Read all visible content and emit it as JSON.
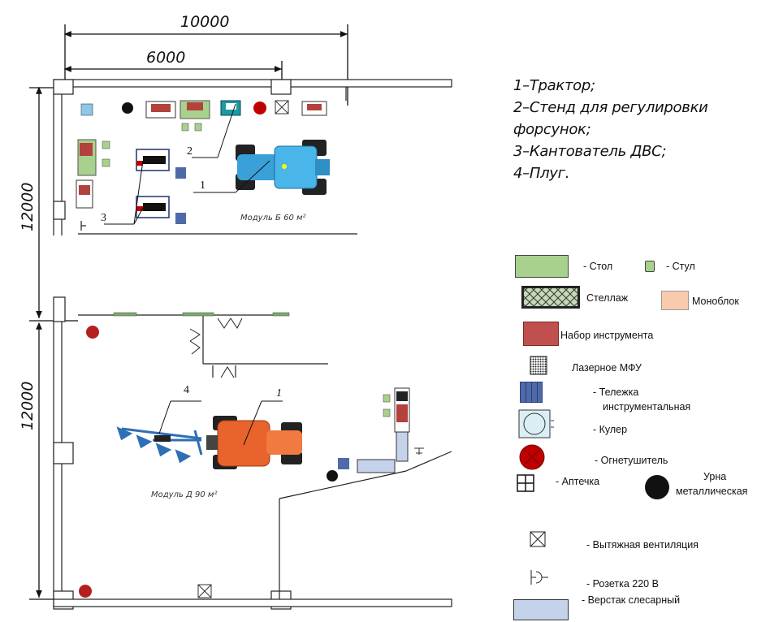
{
  "dimensions": {
    "total_width": "10000",
    "module_b_width": "6000",
    "height_top": "12000",
    "height_bottom": "12000"
  },
  "callouts": {
    "tractor_top": "1",
    "stand_top": "2",
    "kantovatel": "3",
    "plough": "4",
    "tractor_bottom": "1"
  },
  "modules": {
    "module_b": "Модуль Б 60 м²",
    "module_d": "Модуль Д 90 м²"
  },
  "notes": [
    "1–Трактор;",
    "2–Стенд для регулировки",
    "форсунок;",
    "3–Кантователь ДВС;",
    "4–Плуг."
  ],
  "legend": {
    "table": "- Стол",
    "chair": "- Стул",
    "rack": "Стеллаж",
    "monoblock": "Моноблок",
    "toolset": "Набор инструмента",
    "mfu": "Лазерное МФУ",
    "trolley_1": "- Тележка",
    "trolley_2": "инструментальная",
    "cooler": "- Кулер",
    "extinguisher": "- Огнетушитель",
    "firstaid": "- Аптечка",
    "bin_1": "Урна",
    "bin_2": "металлическая",
    "ventilation": "- Вытяжная вентиляция",
    "socket": "- Розетка 220 В",
    "workbench": "- Верстак слесарный"
  },
  "colors": {
    "table": "#a9d18e",
    "chair": "#a9d18e",
    "rack": "#c5d9b8",
    "monoblock": "#f8cbad",
    "toolset": "#c0504d",
    "trolley": "#4f6aa8",
    "cooler": "#dbeef4",
    "extinguisher": "#c00000",
    "workbench": "#c5d3ea",
    "tractor_top": "#3aa0d8",
    "tractor_bottom": "#e8642c",
    "plough": "#2f6fb5"
  }
}
